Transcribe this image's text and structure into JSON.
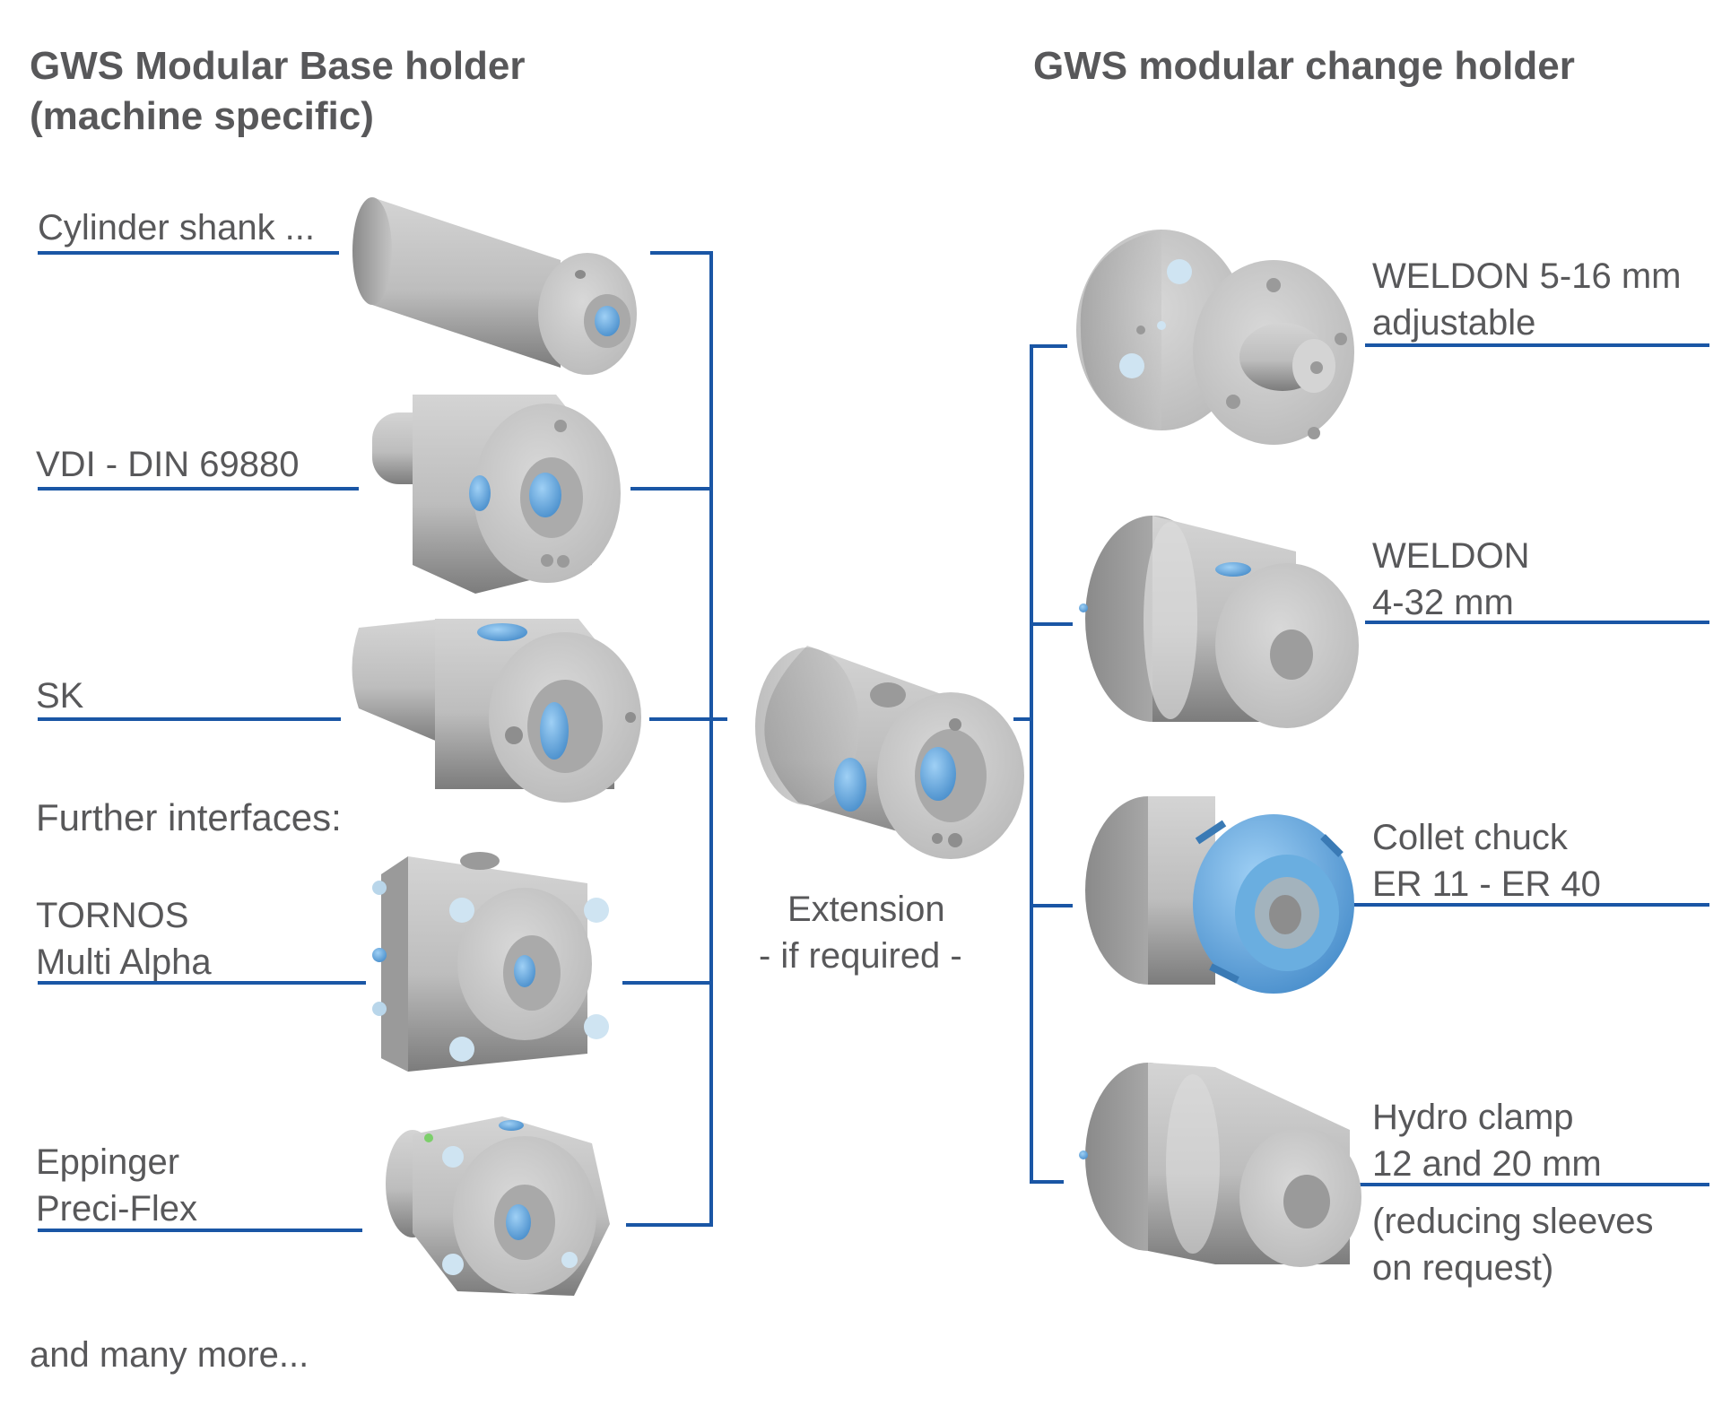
{
  "left_column": {
    "title_line1": "GWS Modular Base holder",
    "title_line2": "(machine specific)",
    "items": [
      {
        "label_line1": "Cylinder shank ...",
        "label_line2": ""
      },
      {
        "label_line1": "VDI - DIN 69880",
        "label_line2": ""
      },
      {
        "label_line1": "SK",
        "label_line2": ""
      },
      {
        "label_line1": "TORNOS",
        "label_line2": "Multi Alpha"
      },
      {
        "label_line1": "Eppinger",
        "label_line2": "Preci-Flex"
      }
    ],
    "further_interfaces": "Further interfaces:",
    "footer": "and many more..."
  },
  "center": {
    "label_line1": "Extension",
    "label_line2": "- if required -"
  },
  "right_column": {
    "title": "GWS modular change holder",
    "items": [
      {
        "label_line1": "WELDON 5-16 mm",
        "label_line2": "adjustable"
      },
      {
        "label_line1": "WELDON",
        "label_line2": "4-32 mm"
      },
      {
        "label_line1": "Collet chuck",
        "label_line2": "ER 11 - ER 40"
      },
      {
        "label_line1": "Hydro clamp",
        "label_line2": "12 and 20 mm",
        "note_line1": "(reducing sleeves",
        "note_line2": "on request)"
      }
    ]
  },
  "colors": {
    "connector_line": "#1a56a5",
    "text": "#58585a",
    "part_metal": "#c8c8c8",
    "part_accent_blue": "#6aaee0"
  }
}
